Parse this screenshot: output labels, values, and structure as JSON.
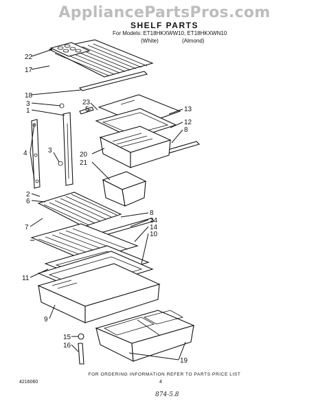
{
  "watermark": "AppliancePartsPros.com",
  "title": "SHELF PARTS",
  "models": {
    "line": "For Models: ET18HKXWW10, ET18HKXWN10",
    "white": "(White)",
    "almond": "(Almond)"
  },
  "callouts": {
    "c22": "22",
    "c17": "17",
    "c18": "18",
    "c3a": "3",
    "c1": "1",
    "c23": "23",
    "c5": "5",
    "c13": "13",
    "c12": "12",
    "c8a": "8",
    "c4": "4",
    "c3b": "3",
    "c20": "20",
    "c21": "21",
    "c2": "2",
    "c6": "6",
    "c8b": "8",
    "c24": "24",
    "c7": "7",
    "c14": "14",
    "c10": "10",
    "c11": "11",
    "c9": "9",
    "c15": "15",
    "c16": "16",
    "c19": "19"
  },
  "footer": "FOR ORDERING INFORMATION REFER TO PARTS PRICE LIST",
  "doc_number": "4216060",
  "page_number": "4",
  "handwritten_note": "874-5.8"
}
